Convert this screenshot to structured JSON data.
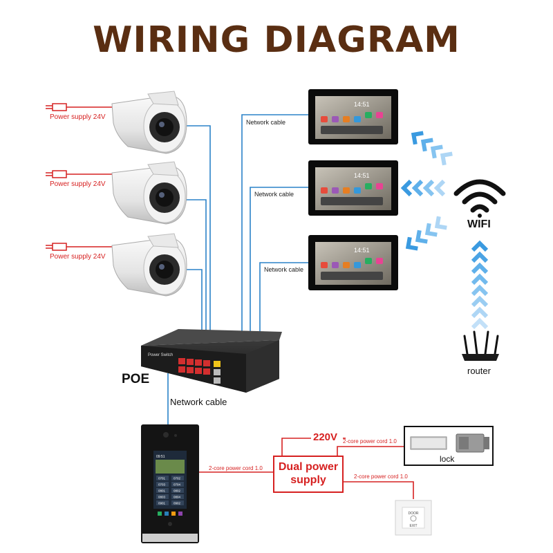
{
  "title": "WIRING DIAGRAM",
  "cameras": [
    {
      "power_label": "Power supply 24V"
    },
    {
      "power_label": "Power supply 24V"
    },
    {
      "power_label": "Power supply 24V"
    }
  ],
  "monitors": [
    {
      "cable_label": "Network cable",
      "clock": "14:51"
    },
    {
      "cable_label": "Network cable",
      "clock": "14:51"
    },
    {
      "cable_label": "Network cable",
      "clock": "14:51"
    }
  ],
  "switch": {
    "label": "POE",
    "panel_text": "Power Switch"
  },
  "wifi_label": "WIFI",
  "router_label": "router",
  "doorbell": {
    "cable_label": "Network cable",
    "power_cord_label": "2-core power cord 1.0",
    "clock": "09:51",
    "keys": [
      "0701",
      "0702",
      "0703",
      "0704",
      "0801",
      "0802",
      "0803",
      "0804",
      "0901",
      "0902"
    ]
  },
  "power": {
    "input_label": "220V",
    "box_label": "Dual power supply"
  },
  "lock": {
    "cord_label": "2-core power cord 1.0",
    "label": "lock"
  },
  "exit_button": {
    "cord_label": "2-core power cord 1.0",
    "line1": "DOOR",
    "line2": "EXIT"
  },
  "colors": {
    "title": "#5a2e12",
    "power_wire": "#d62020",
    "network_wire": "#2a82c8",
    "wifi_arrow": "#3a9ae0"
  }
}
